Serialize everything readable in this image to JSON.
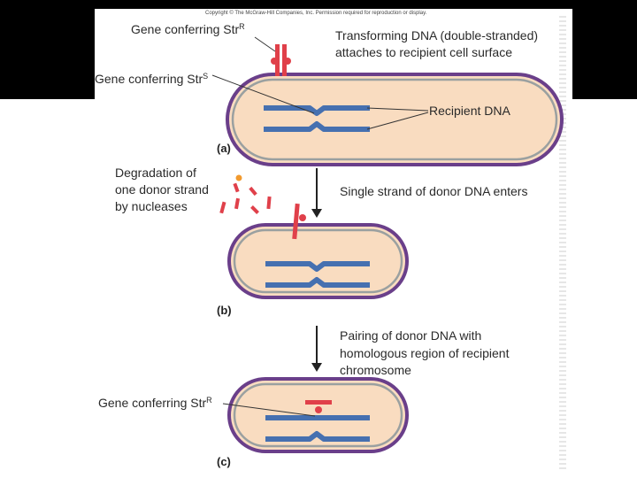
{
  "copyright": "Copyright © The McGraw-Hill Companies, Inc. Permission required for reproduction or display.",
  "panel_a": {
    "label": "(a)",
    "gene_r_label": "Gene conferring Str",
    "gene_r_sup": "R",
    "gene_s_label": "Gene conferring Str",
    "gene_s_sup": "S",
    "transform_line1": "Transforming DNA (double-stranded)",
    "transform_line2": "attaches to recipient cell surface",
    "recipient_dna": "Recipient DNA"
  },
  "panel_b": {
    "label": "(b)",
    "degradation_line1": "Degradation of",
    "degradation_line2": "one donor strand",
    "degradation_line3": "by nucleases",
    "enters": "Single strand of donor DNA enters"
  },
  "panel_c": {
    "label": "(c)",
    "pairing_line1": "Pairing of donor DNA with",
    "pairing_line2": "homologous region of recipient",
    "pairing_line3": "chromosome",
    "gene_r_label": "Gene conferring Str",
    "gene_r_sup": "R"
  },
  "colors": {
    "cell_fill": "#f9dcc0",
    "cell_wall": "#6a3f8a",
    "cell_inner": "#9aa0a0",
    "dna_blue": "#4670b0",
    "donor_red": "#e0404a",
    "nuclease_dot": "#f29a2e"
  }
}
